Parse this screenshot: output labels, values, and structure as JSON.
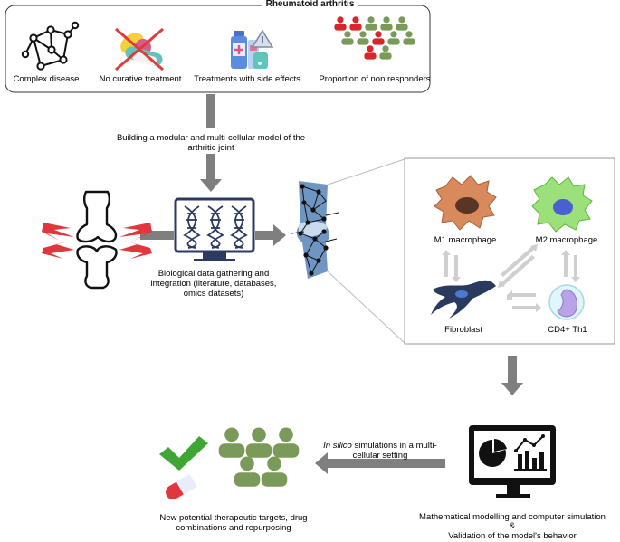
{
  "top_panel": {
    "title": "Rheumatoid arthritis",
    "items": [
      {
        "label": "Complex disease",
        "icon": "network-graph-icon"
      },
      {
        "label": "No curative treatment",
        "icon": "crossed-pills-icon"
      },
      {
        "label": "Treatments with side effects",
        "icon": "medicine-warning-icon"
      },
      {
        "label": "Proportion of non responders",
        "icon": "people-group-icon"
      }
    ]
  },
  "steps": {
    "building_model": {
      "line1": "Building a modular and multi-cellular model of the",
      "line2": "arthritic joint"
    },
    "data_gathering": {
      "line1": "Biological data gathering and",
      "line2": "integration (literature, databases,",
      "line3": "omics datasets)"
    },
    "in_silico": {
      "emph": "In silico",
      "rest": " simulations in a multi-",
      "line2": "cellular setting"
    },
    "outcomes": {
      "line1": "New potential therapeutic targets, drug",
      "line2": "combinations and repurposing"
    },
    "validation": {
      "line1": "Mathematical modelling and computer simulation",
      "line2": "&",
      "line3": "Validation of the model's behavior"
    }
  },
  "cells": {
    "m1": "M1 macrophage",
    "m2": "M2 macrophage",
    "fibroblast": "Fibroblast",
    "cd4": "CD4+ Th1"
  },
  "colors": {
    "arrow_gray": "#7f7f7f",
    "light_arrow": "#cfcfcf",
    "person_green": "#7a9a5a",
    "person_red": "#d9262b",
    "check_green": "#3fa535",
    "m1_orange": "#d98a5c",
    "m2_green": "#9be07a",
    "fibroblast_navy": "#2a3a5e",
    "cd4_lavender": "#b7a3e6",
    "screen_navy": "#2b3a63"
  }
}
